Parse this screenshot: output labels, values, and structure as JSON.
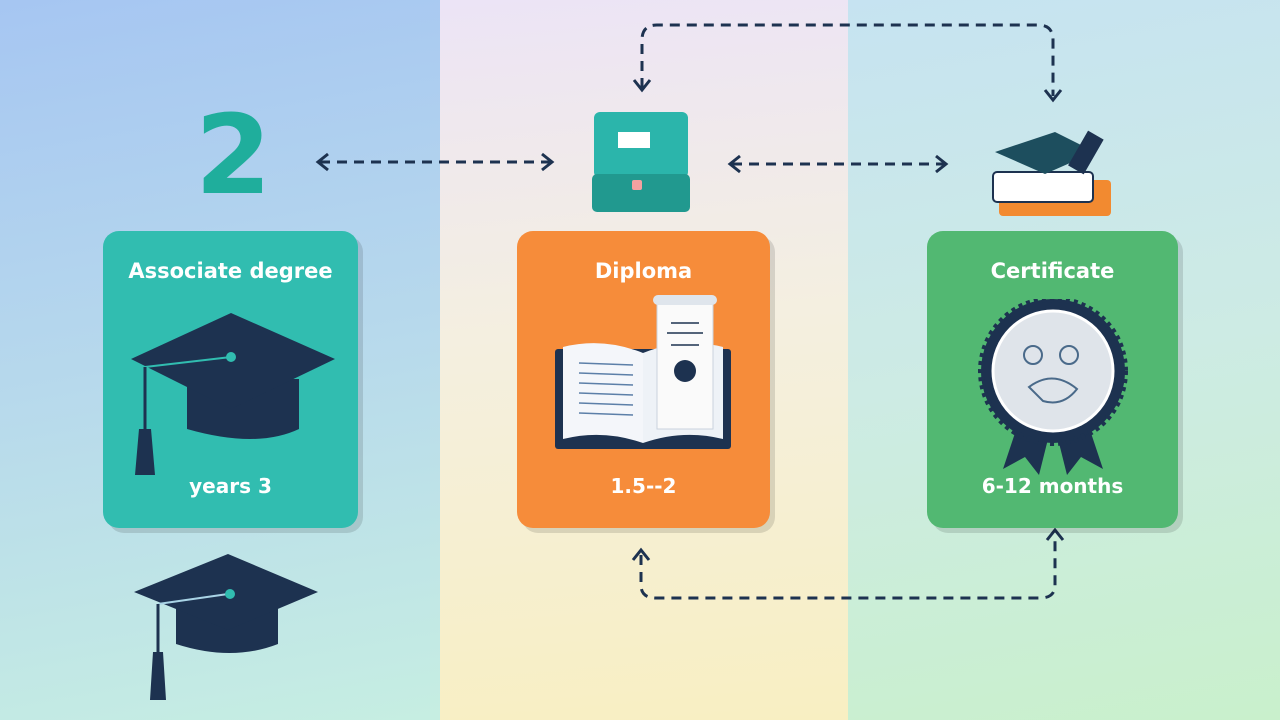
{
  "headline_number": "2",
  "cards": [
    {
      "title": "Associate degree",
      "duration": "years 3",
      "icon": "graduation-cap-icon",
      "color": "#31bdb0"
    },
    {
      "title": "Diploma",
      "duration": "1.5--2",
      "icon": "book-diploma-icon",
      "color": "#f68c3a"
    },
    {
      "title": "Certificate",
      "duration": "6-12 months",
      "icon": "award-seal-icon",
      "color": "#52b872"
    }
  ],
  "colors": {
    "navy": "#1d3250",
    "teal": "#1fae9c"
  }
}
